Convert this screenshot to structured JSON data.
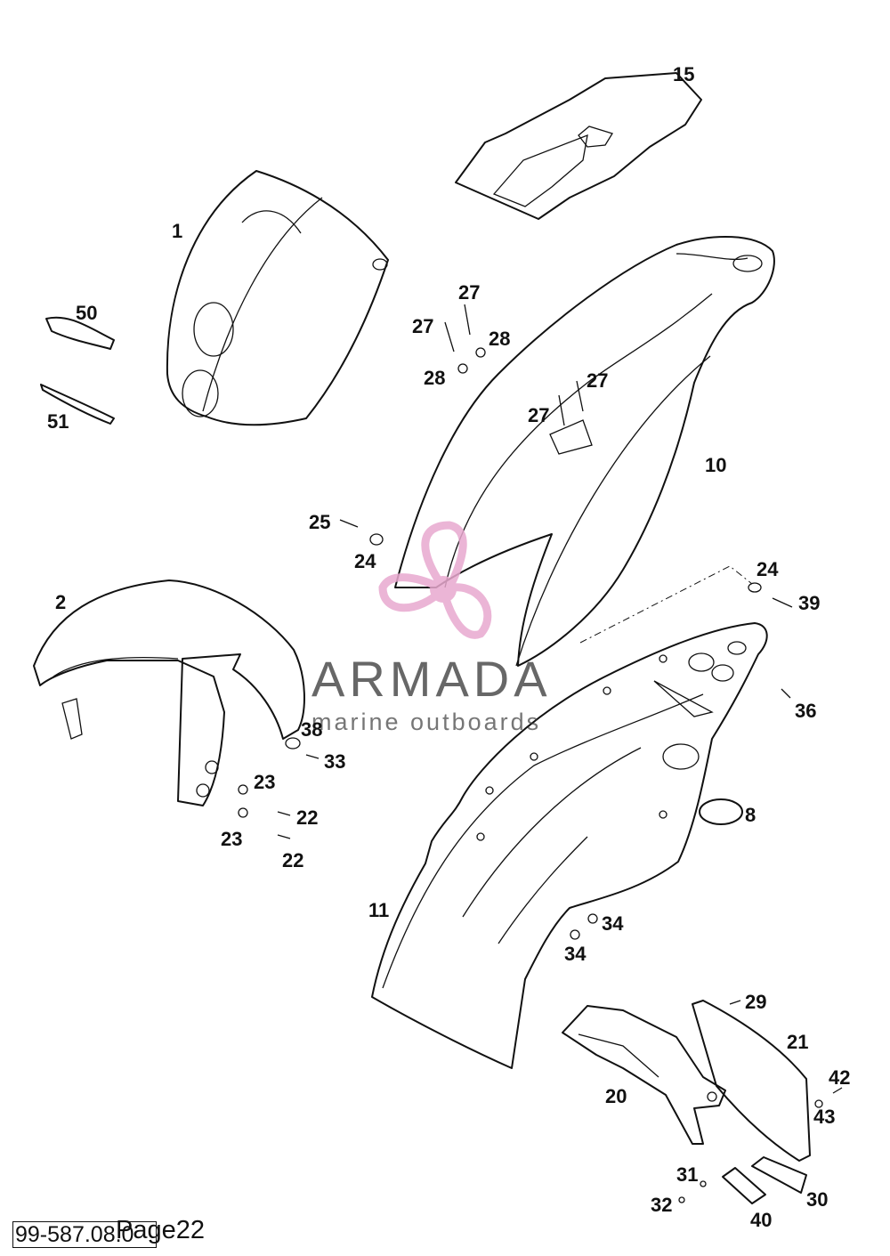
{
  "callouts": [
    {
      "id": "1",
      "text": "1"
    },
    {
      "id": "2",
      "text": "2"
    },
    {
      "id": "8",
      "text": "8"
    },
    {
      "id": "10",
      "text": "10"
    },
    {
      "id": "11",
      "text": "11"
    },
    {
      "id": "15",
      "text": "15"
    },
    {
      "id": "20",
      "text": "20"
    },
    {
      "id": "21",
      "text": "21"
    },
    {
      "id": "22a",
      "text": "22"
    },
    {
      "id": "22b",
      "text": "22"
    },
    {
      "id": "23a",
      "text": "23"
    },
    {
      "id": "23b",
      "text": "23"
    },
    {
      "id": "24a",
      "text": "24"
    },
    {
      "id": "24b",
      "text": "24"
    },
    {
      "id": "25",
      "text": "25"
    },
    {
      "id": "27a",
      "text": "27"
    },
    {
      "id": "27b",
      "text": "27"
    },
    {
      "id": "27c",
      "text": "27"
    },
    {
      "id": "27d",
      "text": "27"
    },
    {
      "id": "28a",
      "text": "28"
    },
    {
      "id": "28b",
      "text": "28"
    },
    {
      "id": "29",
      "text": "29"
    },
    {
      "id": "30",
      "text": "30"
    },
    {
      "id": "31",
      "text": "31"
    },
    {
      "id": "32",
      "text": "32"
    },
    {
      "id": "33",
      "text": "33"
    },
    {
      "id": "34a",
      "text": "34"
    },
    {
      "id": "34b",
      "text": "34"
    },
    {
      "id": "36",
      "text": "36"
    },
    {
      "id": "38",
      "text": "38"
    },
    {
      "id": "39",
      "text": "39"
    },
    {
      "id": "40",
      "text": "40"
    },
    {
      "id": "42",
      "text": "42"
    },
    {
      "id": "43",
      "text": "43"
    },
    {
      "id": "50",
      "text": "50"
    },
    {
      "id": "51",
      "text": "51"
    }
  ],
  "watermark": {
    "name": "ARMADA",
    "tagline": "marine outboards",
    "logo_color": "#e8a9cf"
  },
  "footer": {
    "code": "99-587.08.0",
    "page": "Page22"
  }
}
